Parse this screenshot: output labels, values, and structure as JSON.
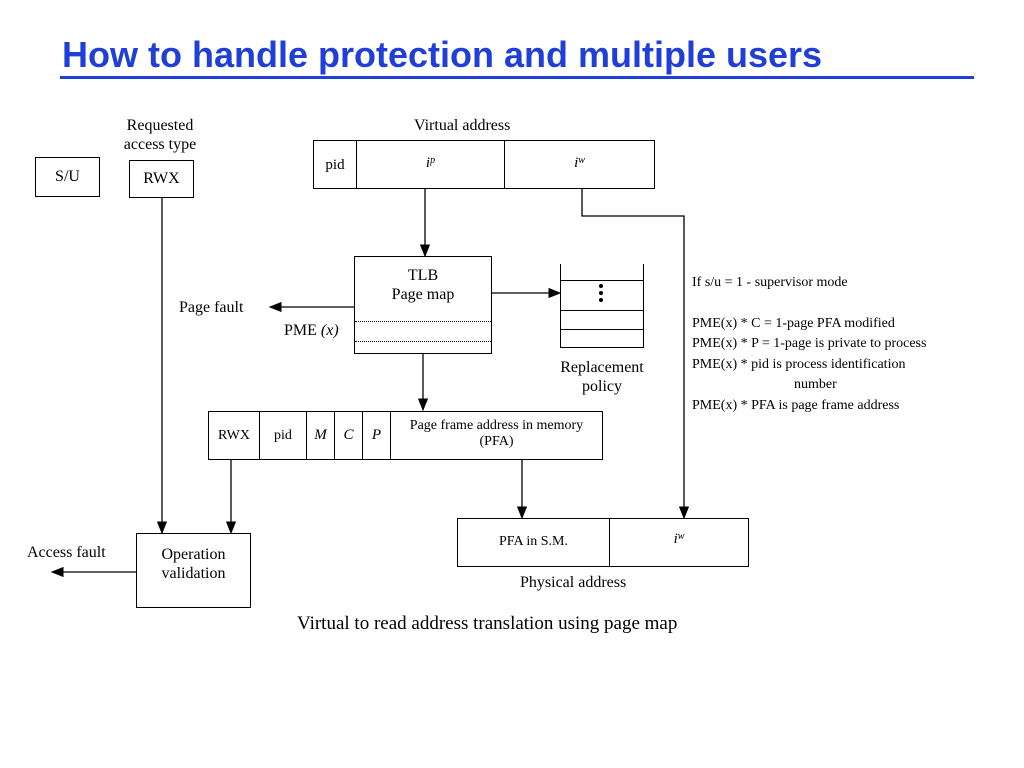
{
  "title": "How to handle protection and multiple users",
  "requested_access_type": "Requested access type",
  "su_box": "S/U",
  "rwx_box": "RWX",
  "virtual_address": {
    "label": "Virtual address",
    "fields": [
      "pid",
      "i",
      "p",
      "i",
      "w"
    ]
  },
  "tlb": {
    "line1": "TLB",
    "line2": "Page map"
  },
  "page_fault": "Page fault",
  "pme_label": "PME",
  "pme_arg": "(x)",
  "replacement_policy": "Replacement policy",
  "pme_entry": {
    "fields": [
      "RWX",
      "pid",
      "M",
      "C",
      "P"
    ],
    "pfa_line1": "Page frame address in memory",
    "pfa_line2": "(PFA)"
  },
  "notes": [
    "If s/u = 1 - supervisor mode",
    "PME(x) * C = 1-page PFA modified",
    "PME(x) * P = 1-page is private to process",
    "PME(x) * pid is process identification",
    "number",
    "PME(x) * PFA is page frame address"
  ],
  "access_fault": "Access fault",
  "operation_validation": "Operation validation",
  "physical_address": {
    "label": "Physical address",
    "pfa_field": "PFA in S.M.",
    "iw_i": "i",
    "iw_sub": "w"
  },
  "caption": "Virtual to read address translation using page map"
}
